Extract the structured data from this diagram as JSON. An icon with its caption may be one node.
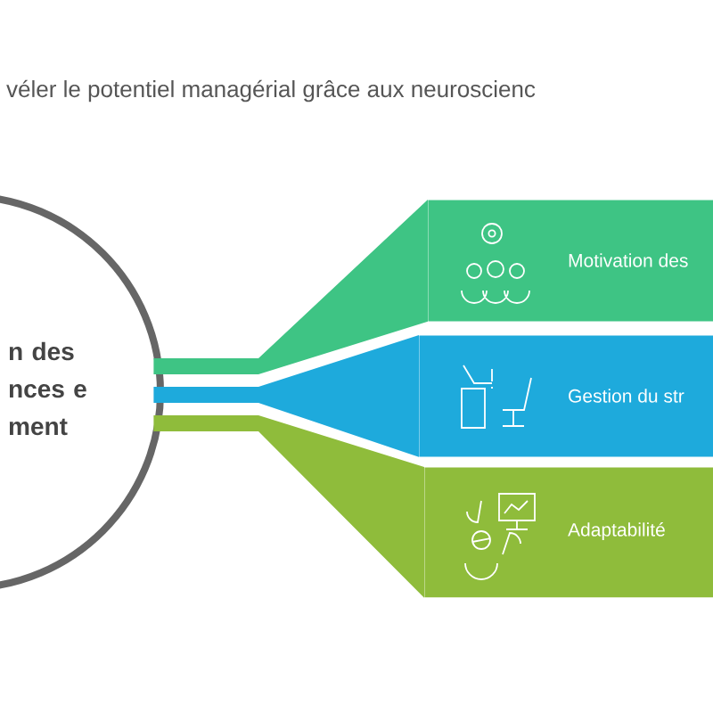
{
  "diagram": {
    "title": "véler le potentiel managérial grâce aux neuroscienc",
    "nodes": [
      {
        "text": [
          "n des nces e ment"
        ]
      },
      {
        "text": [
          "Motivation des"
        ]
      },
      {
        "text": [
          "Gestion du str"
        ]
      },
      {
        "text": [
          "Adaptabilité"
        ]
      }
    ],
    "edges": [
      {
        "from": 0,
        "to": 1,
        "arrow": "none",
        "color": "#3ec484"
      },
      {
        "from": 0,
        "to": 2,
        "arrow": "none",
        "color": "#1eaadc"
      },
      {
        "from": 0,
        "to": 3,
        "arrow": "none",
        "color": "#8fbc3b"
      }
    ]
  }
}
